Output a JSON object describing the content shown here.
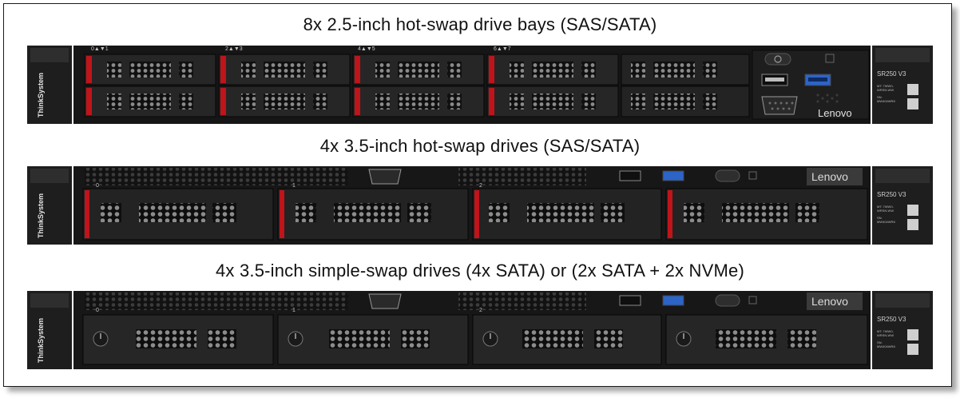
{
  "captions": {
    "top": "8x 2.5-inch hot-swap drive bays (SAS/SATA)",
    "middle": "4x 3.5-inch hot-swap drives (SAS/SATA)",
    "bottom": "4x 3.5-inch simple-swap drives (4x SATA) or (2x SATA + 2x NVMe)"
  },
  "server": {
    "brand_vertical": "ThinkSystem",
    "vendor": "Lenovo",
    "model": "SR250 V3",
    "label_lines": [
      "MT: 7WW0-",
      "WRSN-WW",
      "SN:",
      "MW404WR8"
    ]
  },
  "bay_labels_25": [
    "0▲▼1",
    "2▲▼3",
    "4▲▼5",
    "6▲▼7"
  ],
  "bay_labels_35": [
    "0",
    "1",
    "2"
  ],
  "colors": {
    "chassis": "#1c1c1c",
    "bezel": "#2a2a2a",
    "accent": "#c0141b",
    "usb3": "#2c64c8"
  }
}
